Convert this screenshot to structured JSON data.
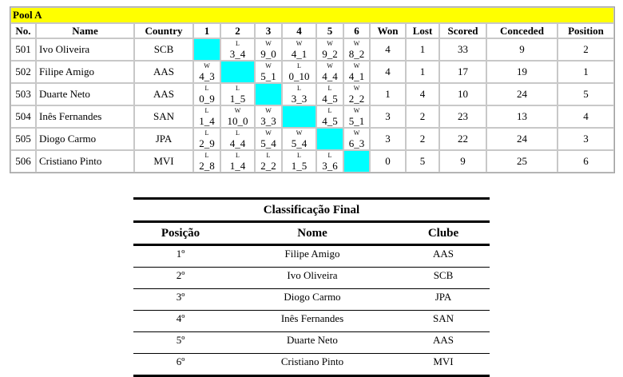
{
  "pool": {
    "title": "Pool A",
    "headers": [
      "No.",
      "Name",
      "Country",
      "1",
      "2",
      "3",
      "4",
      "5",
      "6",
      "Won",
      "Lost",
      "Scored",
      "Conceded",
      "Position"
    ],
    "rows": [
      {
        "no": "501",
        "name": "Ivo Oliveira",
        "country": "SCB",
        "bouts": [
          null,
          {
            "r": "L",
            "s": "3_4"
          },
          {
            "r": "W",
            "s": "9_0"
          },
          {
            "r": "W",
            "s": "4_1"
          },
          {
            "r": "W",
            "s": "9_2"
          },
          {
            "r": "W",
            "s": "8_2"
          }
        ],
        "won": "4",
        "lost": "1",
        "scored": "33",
        "conceded": "9",
        "position": "2"
      },
      {
        "no": "502",
        "name": "Filipe Amigo",
        "country": "AAS",
        "bouts": [
          {
            "r": "W",
            "s": "4_3"
          },
          null,
          {
            "r": "W",
            "s": "5_1"
          },
          {
            "r": "L",
            "s": "0_10"
          },
          {
            "r": "W",
            "s": "4_4"
          },
          {
            "r": "W",
            "s": "4_1"
          }
        ],
        "won": "4",
        "lost": "1",
        "scored": "17",
        "conceded": "19",
        "position": "1"
      },
      {
        "no": "503",
        "name": "Duarte Neto",
        "country": "AAS",
        "bouts": [
          {
            "r": "L",
            "s": "0_9"
          },
          {
            "r": "L",
            "s": "1_5"
          },
          null,
          {
            "r": "L",
            "s": "3_3"
          },
          {
            "r": "L",
            "s": "4_5"
          },
          {
            "r": "W",
            "s": "2_2"
          }
        ],
        "won": "1",
        "lost": "4",
        "scored": "10",
        "conceded": "24",
        "position": "5"
      },
      {
        "no": "504",
        "name": "Inês Fernandes",
        "country": "SAN",
        "bouts": [
          {
            "r": "L",
            "s": "1_4"
          },
          {
            "r": "W",
            "s": "10_0"
          },
          {
            "r": "W",
            "s": "3_3"
          },
          null,
          {
            "r": "L",
            "s": "4_5"
          },
          {
            "r": "W",
            "s": "5_1"
          }
        ],
        "won": "3",
        "lost": "2",
        "scored": "23",
        "conceded": "13",
        "position": "4"
      },
      {
        "no": "505",
        "name": "Diogo Carmo",
        "country": "JPA",
        "bouts": [
          {
            "r": "L",
            "s": "2_9"
          },
          {
            "r": "L",
            "s": "4_4"
          },
          {
            "r": "W",
            "s": "5_4"
          },
          {
            "r": "W",
            "s": "5_4"
          },
          null,
          {
            "r": "W",
            "s": "6_3"
          }
        ],
        "won": "3",
        "lost": "2",
        "scored": "22",
        "conceded": "24",
        "position": "3"
      },
      {
        "no": "506",
        "name": "Cristiano Pinto",
        "country": "MVI",
        "bouts": [
          {
            "r": "L",
            "s": "2_8"
          },
          {
            "r": "L",
            "s": "1_4"
          },
          {
            "r": "L",
            "s": "2_2"
          },
          {
            "r": "L",
            "s": "1_5"
          },
          {
            "r": "L",
            "s": "3_6"
          },
          null
        ],
        "won": "0",
        "lost": "5",
        "scored": "9",
        "conceded": "25",
        "position": "6"
      }
    ]
  },
  "final": {
    "title": "Classificação Final",
    "headers": [
      "Posição",
      "Nome",
      "Clube"
    ],
    "rows": [
      {
        "pos": "1º",
        "name": "Filipe Amigo",
        "club": "AAS"
      },
      {
        "pos": "2º",
        "name": "Ivo Oliveira",
        "club": "SCB"
      },
      {
        "pos": "3º",
        "name": "Diogo Carmo",
        "club": "JPA"
      },
      {
        "pos": "4º",
        "name": "Inês Fernandes",
        "club": "SAN"
      },
      {
        "pos": "5º",
        "name": "Duarte Neto",
        "club": "AAS"
      },
      {
        "pos": "6º",
        "name": "Cristiano Pinto",
        "club": "MVI"
      }
    ]
  },
  "colors": {
    "title_bg": "#ffff00",
    "self_cell": "#00ffff"
  }
}
